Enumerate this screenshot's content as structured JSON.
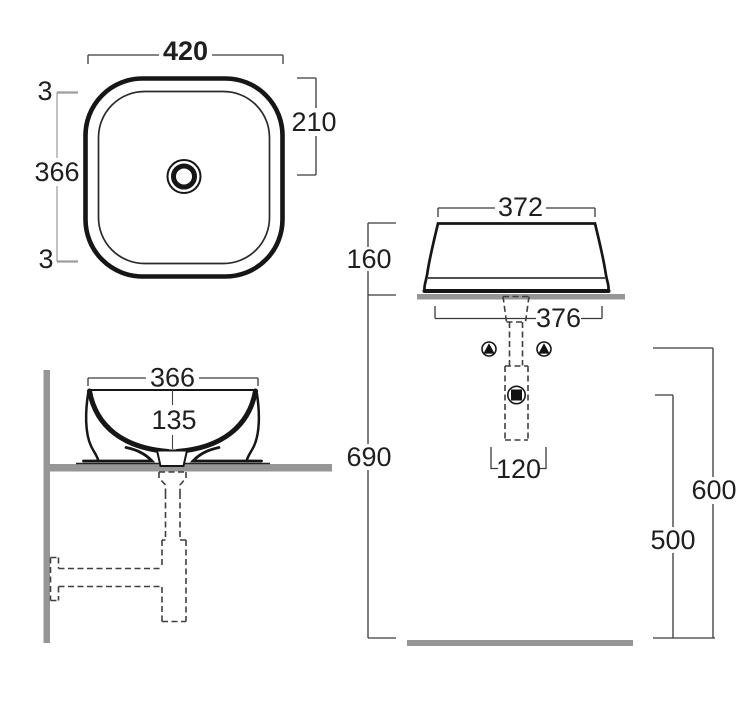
{
  "drawing": {
    "colors": {
      "line": "#1a1a1a",
      "dimension_line": "#3a3a3a",
      "surface_gray": "#969696",
      "dashed_pipe": "#3f3f3f",
      "light_tick_gray": "#9e9e9e",
      "background": "#ffffff"
    },
    "views": {
      "plan": {
        "width": "420",
        "depth": "366",
        "rim_top": "3",
        "rim_bottom": "3",
        "drain_from_top": "210"
      },
      "front": {
        "bowl_width": "366",
        "bowl_depth": "135"
      },
      "side": {
        "top_width": "372",
        "height_above_counter": "160",
        "base_width": "376",
        "counter_height": "690",
        "drain_span": "120",
        "supply_height": "600",
        "outlet_height": "500"
      }
    }
  }
}
